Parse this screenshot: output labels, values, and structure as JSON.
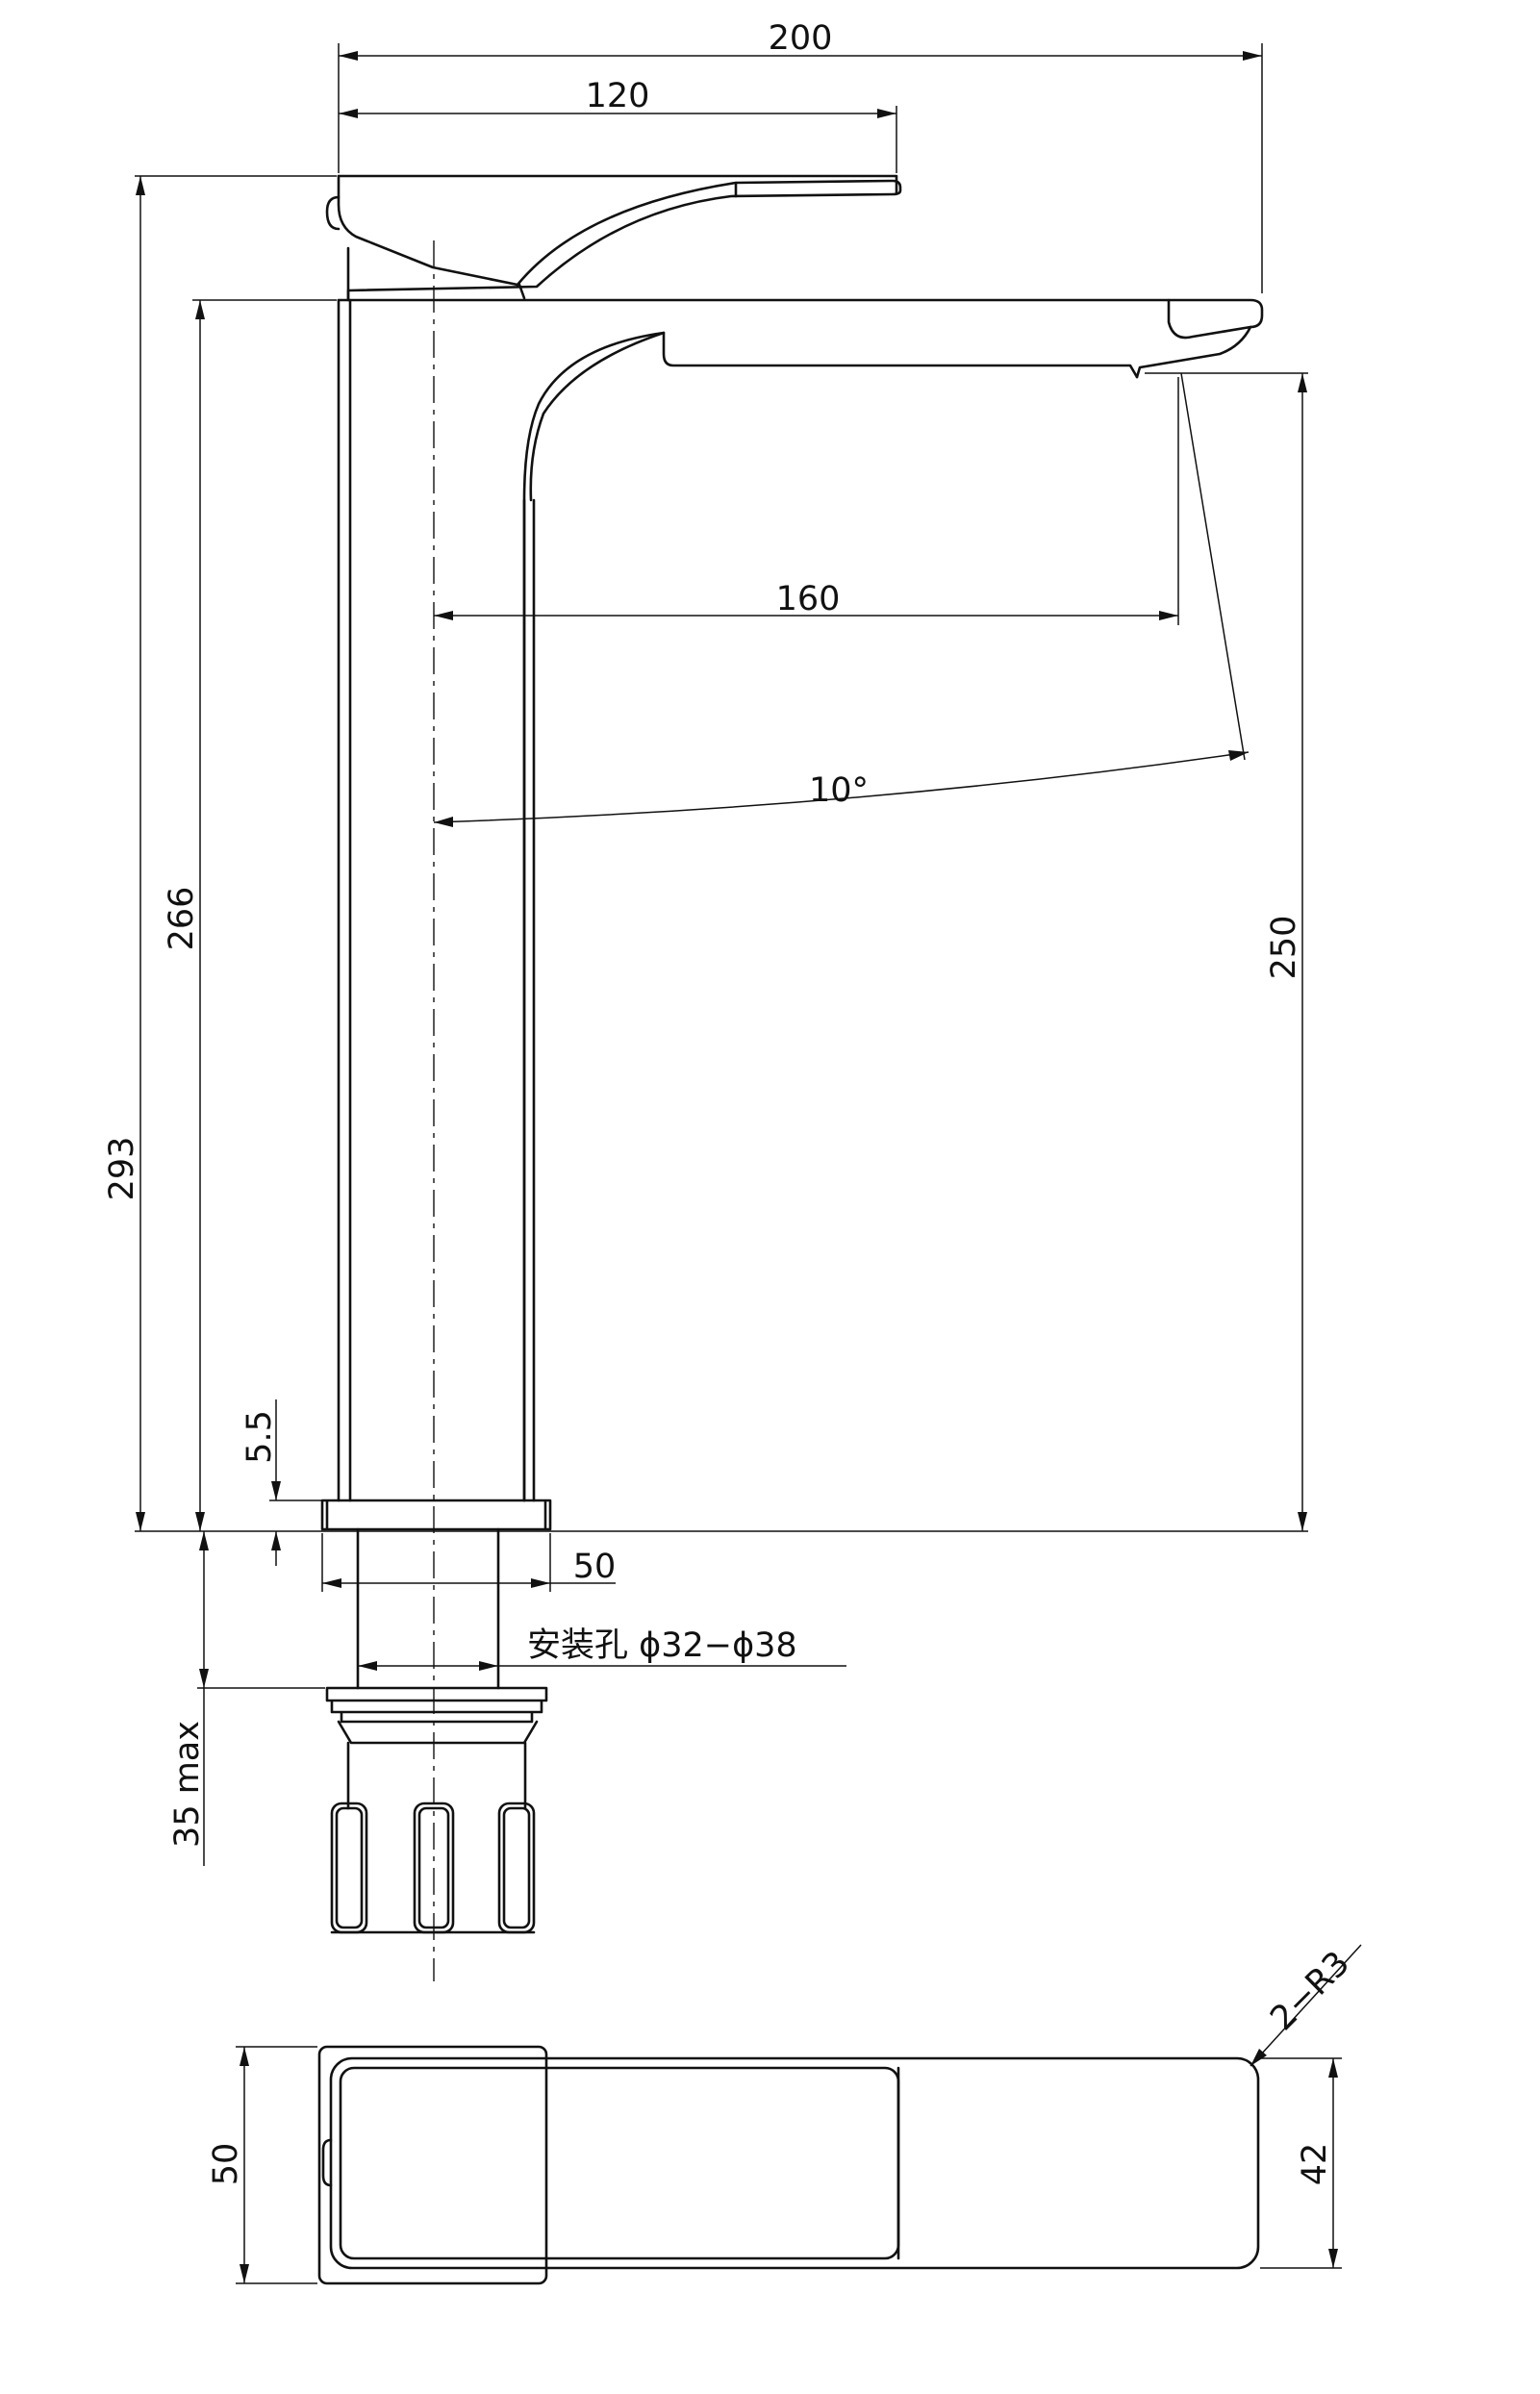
{
  "dimensions": {
    "overall_width": "200",
    "handle_length": "120",
    "spout_reach": "160",
    "spout_angle": "10°",
    "overall_height": "293",
    "body_height": "266",
    "spout_height": "250",
    "flange_thickness": "5.5",
    "base_diameter": "50",
    "mounting_hole": "安装孔 ϕ32−ϕ38",
    "max_deck_thickness": "35 max",
    "plan_width": "50",
    "handle_width": "42",
    "corner_radius": "2−R3"
  }
}
